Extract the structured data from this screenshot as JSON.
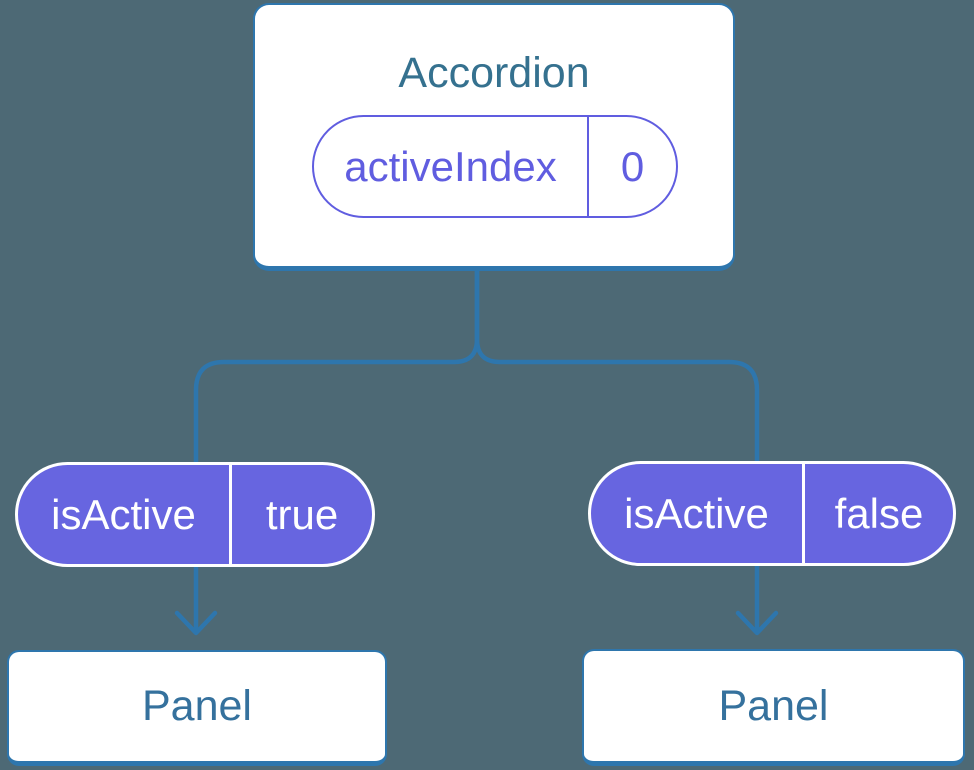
{
  "diagram": {
    "root": {
      "title": "Accordion",
      "state": {
        "label": "activeIndex",
        "value": "0"
      }
    },
    "children": [
      {
        "prop": {
          "label": "isActive",
          "value": "true"
        },
        "node": {
          "title": "Panel"
        }
      },
      {
        "prop": {
          "label": "isActive",
          "value": "false"
        },
        "node": {
          "title": "Panel"
        }
      }
    ],
    "colors": {
      "background": "#4d6975",
      "line": "#2e76ad",
      "card_bg": "#ffffff",
      "heading": "#35718f",
      "panel_heading": "#35719d",
      "pill_outline": "#605de0",
      "pill_fill": "#6765e0",
      "pill_text_on_fill": "#ffffff"
    }
  }
}
